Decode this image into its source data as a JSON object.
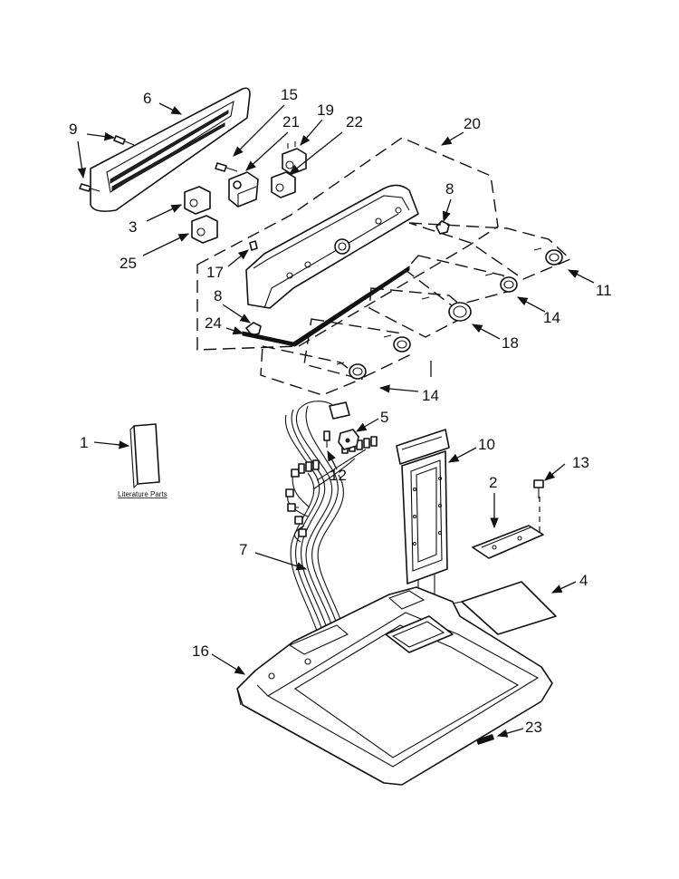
{
  "labels": {
    "l1": "1",
    "l2": "2",
    "l3": "3",
    "l4": "4",
    "l5": "5",
    "l6": "6",
    "l7": "7",
    "l8a": "8",
    "l8b": "8",
    "l9": "9",
    "l10": "10",
    "l11": "11",
    "l12": "12",
    "l13": "13",
    "l14a": "14",
    "l14b": "14",
    "l15": "15",
    "l16": "16",
    "l17": "17",
    "l18": "18",
    "l19": "19",
    "l20": "20",
    "l21": "21",
    "l22": "22",
    "l23": "23",
    "l24": "24",
    "l25": "25"
  },
  "literature_caption": "Literature Parts"
}
